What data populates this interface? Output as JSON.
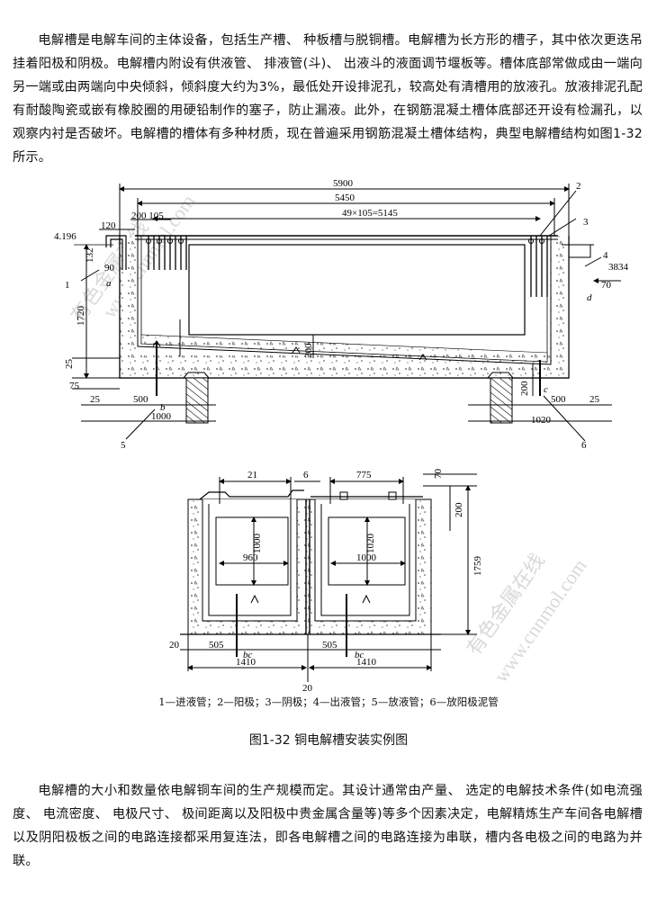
{
  "paragraphs": {
    "intro": "电解槽是电解车间的主体设备，包括生产槽、 种板槽与脱铜槽。电解槽为长方形的槽子，其中依次更迭吊挂着阳极和阴极。电解槽内附设有供液管、 排液管(斗)、 出液斗的液面调节堰板等。槽体底部常做成由一端向另一端或由两端向中央倾斜，倾斜度大约为3%，最低处开设排泥孔，较高处有清槽用的放液孔。放液排泥孔配有耐酸陶瓷或嵌有橡胶圈的用硬铅制作的塞子，防止漏液。此外，在钢筋混凝土槽体底部还开设有检漏孔，以观察内衬是否破坏。电解槽的槽体有多种材质，现在普遍采用钢筋混凝土槽体结构，典型电解槽结构如图1-32所示。",
    "outro": "电解槽的大小和数量依电解铜车间的生产规模而定。其设计通常由产量、 选定的电解技术条件(如电流强度、 电流密度、 电极尺寸、 极间距离以及阳极中贵金属含量等)等多个因素决定，电解精炼生产车间各电解槽以及阴阳极板之间的电路连接都采用复连法，即各电解槽之间的电路连接为串联，槽内各电极之间的电路为并联。"
  },
  "figure": {
    "caption": "图1-32 铜电解槽安装实例图",
    "legend": "1—进液管；2—阳极；3—阴极；4—出液管；5—放液管；6—放阳极泥管",
    "watermark_text": "有色金属在线",
    "watermark_url": "www.cnnmol.com",
    "top_view_dims": {
      "overall": "5900",
      "inner": "5450",
      "pitch": "49×105=5145",
      "d120": "120",
      "d200_105": "200 105",
      "elev_left": "4.196",
      "d132": "132",
      "d90": "90",
      "d1720": "1720",
      "d25a": "25",
      "d75": "75",
      "d25b": "25",
      "d500a": "500",
      "d1000": "1000",
      "d200a": "200",
      "d200b": "200",
      "d500b": "500",
      "d25c": "25",
      "d1020": "1020",
      "elev_right": "3834",
      "d70": "70"
    },
    "top_view_labels": {
      "a": "a",
      "b": "b",
      "c": "c",
      "d": "d",
      "n1": "1",
      "n2": "2",
      "n3": "3",
      "n4": "4",
      "n5": "5",
      "n6": "6"
    },
    "section_dims": {
      "d21": "21",
      "d6": "6",
      "d775": "775",
      "d70": "70",
      "d200": "200",
      "d1000a": "1000",
      "d960": "960",
      "d1020": "1020",
      "d1000b": "1000",
      "d1759": "1759",
      "d20a": "20",
      "d505a": "505",
      "bc1": "bc",
      "d505b": "505",
      "bc2": "bc",
      "d1410a": "1410",
      "d1410b": "1410",
      "d20b": "20"
    }
  }
}
